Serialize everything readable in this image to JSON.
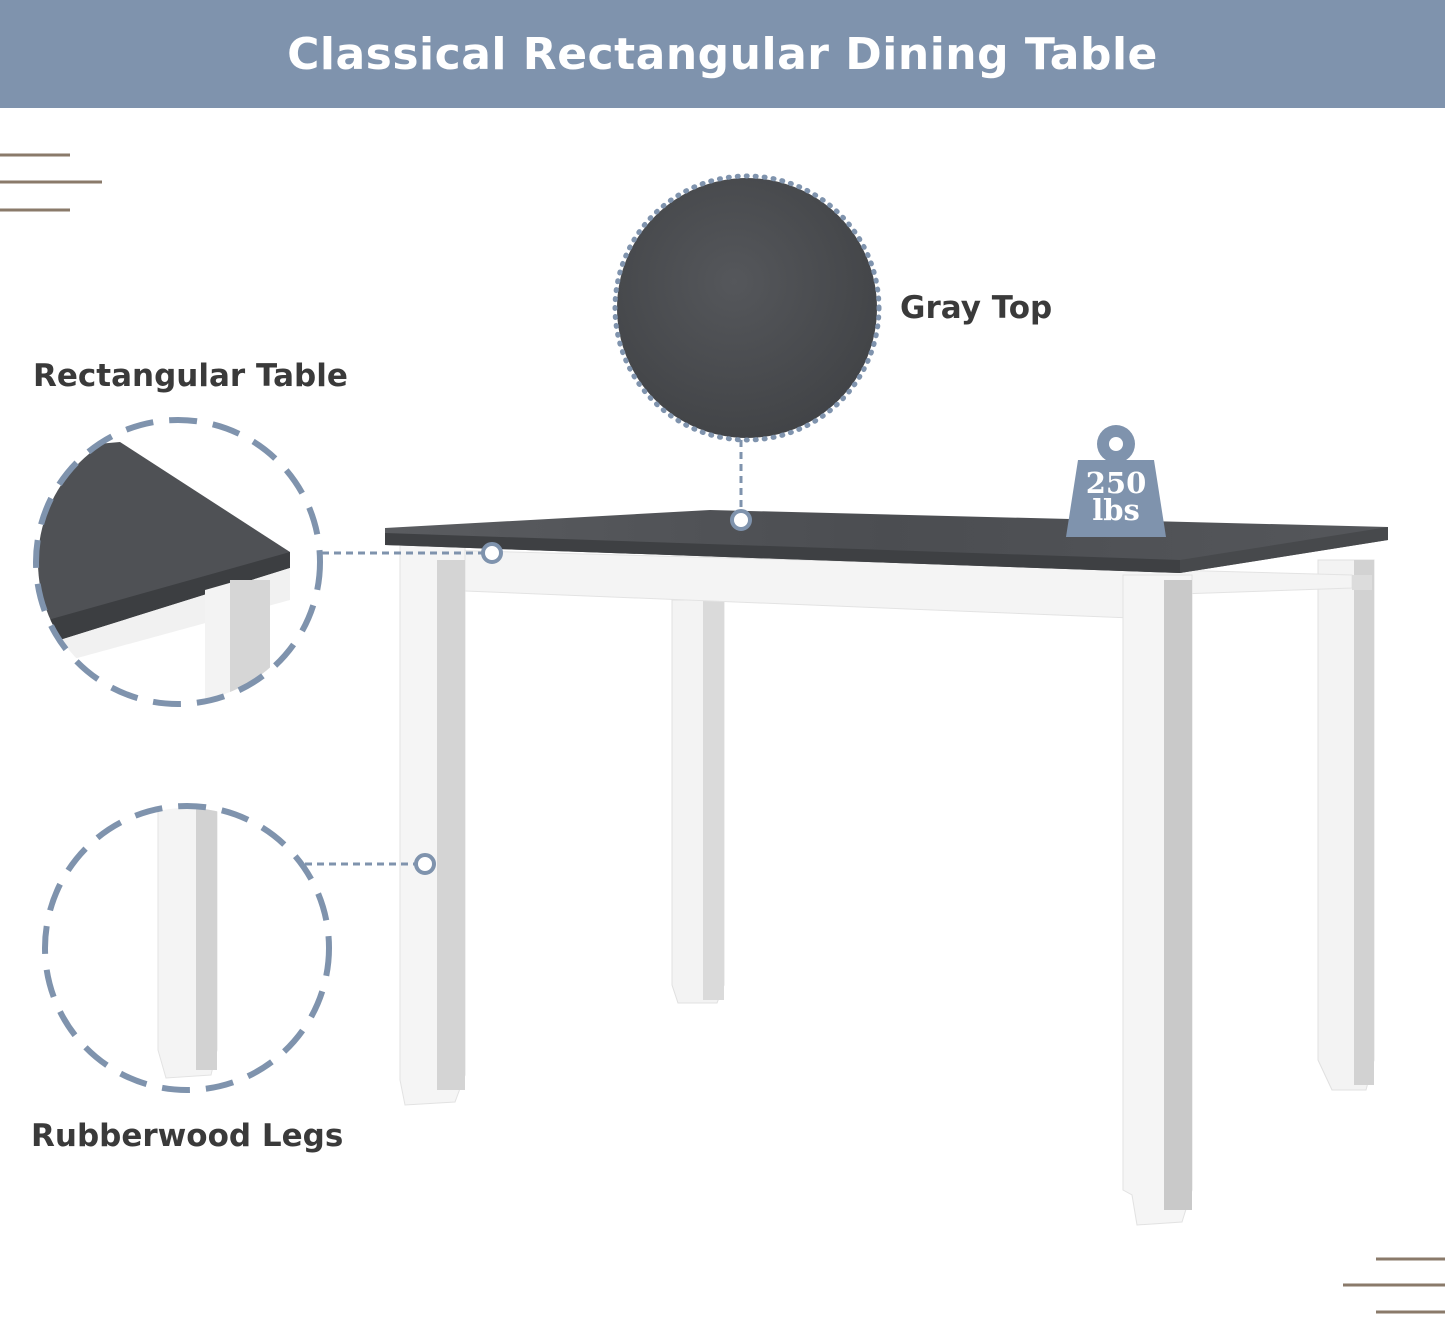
{
  "banner": {
    "title": "Classical Rectangular Dining Table"
  },
  "callouts": {
    "gray_top": "Gray Top",
    "rectangular_table": "Rectangular Table",
    "rubberwood_legs": "Rubberwood Legs"
  },
  "weight_badge": {
    "value": "250",
    "unit": "lbs"
  },
  "colors": {
    "banner": "#7f93ad",
    "accent_dotted": "#7f93ad",
    "table_top": "#4d4f52",
    "table_frame": "#f4f4f4",
    "label_text": "#3a3a3a",
    "deco_lines": "#8a7a6a"
  }
}
